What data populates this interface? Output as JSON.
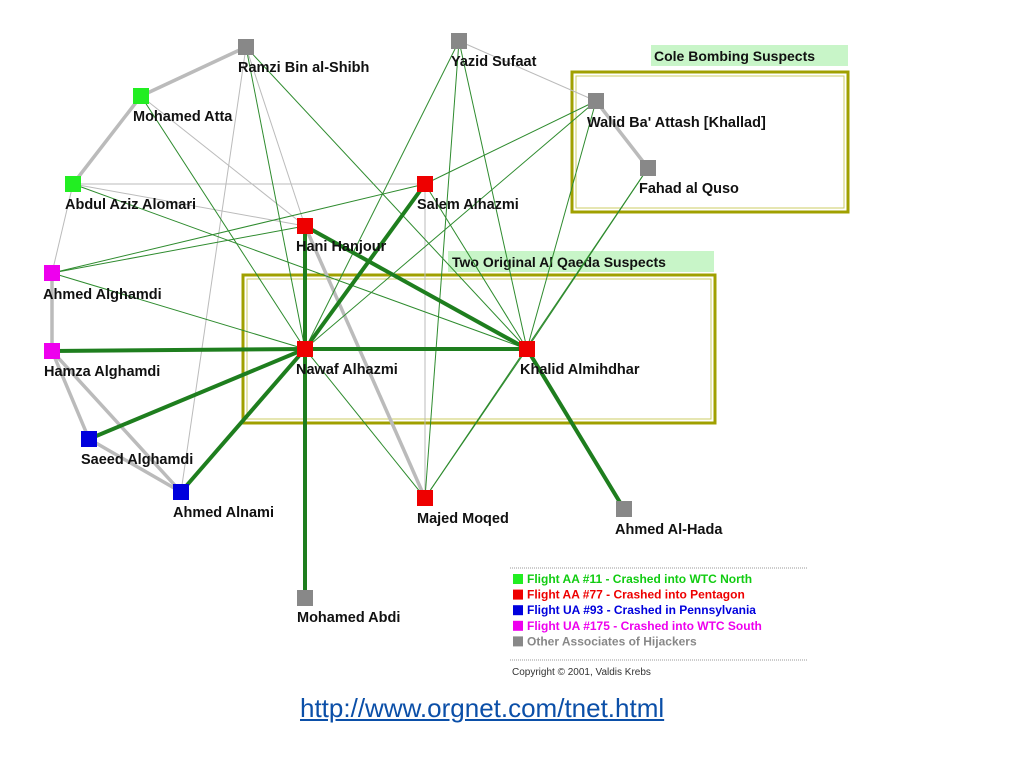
{
  "colors": {
    "flight_aa11": "#22ee22",
    "flight_aa77": "#ee0000",
    "flight_ua93": "#0000dd",
    "flight_ua175": "#ee00ee",
    "associate": "#888888",
    "strong_tie": "#1e7e1e",
    "weak_tie": "#2e8b2e",
    "grey_tie": "#bbbbbb",
    "box_border": "#a0a000",
    "box_label_bg": "#c8f5c8"
  },
  "nodes": [
    {
      "id": "ramzi",
      "label": "Ramzi Bin al-Shibh",
      "group": "associate"
    },
    {
      "id": "yazid",
      "label": "Yazid Sufaat",
      "group": "associate"
    },
    {
      "id": "walid",
      "label": "Walid Ba' Attash [Khallad]",
      "group": "associate"
    },
    {
      "id": "fahad",
      "label": "Fahad al Quso",
      "group": "associate"
    },
    {
      "id": "atta",
      "label": "Mohamed Atta",
      "group": "flight_aa11"
    },
    {
      "id": "alomari",
      "label": "Abdul Aziz Alomari",
      "group": "flight_aa11"
    },
    {
      "id": "salem",
      "label": "Salem Alhazmi",
      "group": "flight_aa77"
    },
    {
      "id": "hani",
      "label": "Hani Hanjour",
      "group": "flight_aa77"
    },
    {
      "id": "ahmed_alg",
      "label": "Ahmed Alghamdi",
      "group": "flight_ua175"
    },
    {
      "id": "hamza",
      "label": "Hamza Alghamdi",
      "group": "flight_ua175"
    },
    {
      "id": "nawaf",
      "label": "Nawaf Alhazmi",
      "group": "flight_aa77"
    },
    {
      "id": "khalid",
      "label": "Khalid Almihdhar",
      "group": "flight_aa77"
    },
    {
      "id": "saeed",
      "label": "Saeed Alghamdi",
      "group": "flight_ua93"
    },
    {
      "id": "alnami",
      "label": "Ahmed Alnami",
      "group": "flight_ua93"
    },
    {
      "id": "majed",
      "label": "Majed Moqed",
      "group": "flight_aa77"
    },
    {
      "id": "alhada",
      "label": "Ahmed Al-Hada",
      "group": "associate"
    },
    {
      "id": "abdi",
      "label": "Mohamed Abdi",
      "group": "associate"
    }
  ],
  "edges": [
    {
      "from": "nawaf",
      "to": "khalid",
      "type": "strong"
    },
    {
      "from": "nawaf",
      "to": "hani",
      "type": "strong"
    },
    {
      "from": "nawaf",
      "to": "salem",
      "type": "strong"
    },
    {
      "from": "nawaf",
      "to": "hamza",
      "type": "strong"
    },
    {
      "from": "nawaf",
      "to": "saeed",
      "type": "strong"
    },
    {
      "from": "nawaf",
      "to": "alnami",
      "type": "strong"
    },
    {
      "from": "nawaf",
      "to": "abdi",
      "type": "strong"
    },
    {
      "from": "hani",
      "to": "khalid",
      "type": "strong"
    },
    {
      "from": "khalid",
      "to": "alhada",
      "type": "strong"
    },
    {
      "from": "nawaf",
      "to": "atta",
      "type": "weak"
    },
    {
      "from": "nawaf",
      "to": "ramzi",
      "type": "weak"
    },
    {
      "from": "nawaf",
      "to": "yazid",
      "type": "weak"
    },
    {
      "from": "nawaf",
      "to": "walid",
      "type": "weak"
    },
    {
      "from": "nawaf",
      "to": "ahmed_alg",
      "type": "weak"
    },
    {
      "from": "nawaf",
      "to": "majed",
      "type": "weak"
    },
    {
      "from": "khalid",
      "to": "ramzi",
      "type": "weak"
    },
    {
      "from": "khalid",
      "to": "yazid",
      "type": "weak"
    },
    {
      "from": "khalid",
      "to": "walid",
      "type": "weak"
    },
    {
      "from": "khalid",
      "to": "fahad",
      "type": "weak"
    },
    {
      "from": "khalid",
      "to": "salem",
      "type": "weak"
    },
    {
      "from": "khalid",
      "to": "majed",
      "type": "weak"
    },
    {
      "from": "khalid",
      "to": "alomari",
      "type": "weak"
    },
    {
      "from": "salem",
      "to": "walid",
      "type": "weak"
    },
    {
      "from": "salem",
      "to": "ahmed_alg",
      "type": "weak"
    },
    {
      "from": "majed",
      "to": "fahad",
      "type": "weak"
    },
    {
      "from": "yazid",
      "to": "majed",
      "type": "weak"
    },
    {
      "from": "hani",
      "to": "ahmed_alg",
      "type": "weak"
    },
    {
      "from": "hani",
      "to": "atta",
      "type": "grey"
    },
    {
      "from": "hani",
      "to": "majed",
      "type": "grey"
    },
    {
      "from": "hani",
      "to": "alomari",
      "type": "grey"
    },
    {
      "from": "atta",
      "to": "ramzi",
      "type": "grey"
    },
    {
      "from": "atta",
      "to": "alomari",
      "type": "grey"
    },
    {
      "from": "alomari",
      "to": "salem",
      "type": "grey"
    },
    {
      "from": "alomari",
      "to": "ahmed_alg",
      "type": "grey"
    },
    {
      "from": "ahmed_alg",
      "to": "hamza",
      "type": "grey"
    },
    {
      "from": "hamza",
      "to": "saeed",
      "type": "grey"
    },
    {
      "from": "hamza",
      "to": "alnami",
      "type": "grey"
    },
    {
      "from": "saeed",
      "to": "alnami",
      "type": "grey"
    },
    {
      "from": "yazid",
      "to": "walid",
      "type": "grey"
    },
    {
      "from": "walid",
      "to": "fahad",
      "type": "grey"
    },
    {
      "from": "salem",
      "to": "majed",
      "type": "grey"
    },
    {
      "from": "ramzi",
      "to": "hani",
      "type": "grey"
    },
    {
      "from": "ramzi",
      "to": "alnami",
      "type": "grey"
    }
  ],
  "groups": [
    {
      "id": "cole",
      "label": "Cole Bombing Suspects"
    },
    {
      "id": "original",
      "label": "Two Original Al Qaeda Suspects"
    }
  ],
  "legend": {
    "items": [
      {
        "label": "Flight AA #11 - Crashed into WTC North",
        "color_key": "flight_aa11"
      },
      {
        "label": "Flight AA #77 - Crashed into Pentagon",
        "color_key": "flight_aa77"
      },
      {
        "label": "Flight UA #93 - Crashed in Pennsylvania",
        "color_key": "flight_ua93"
      },
      {
        "label": "Flight UA #175 - Crashed into WTC South",
        "color_key": "flight_ua175"
      },
      {
        "label": "Other Associates of Hijackers",
        "color_key": "associate"
      }
    ],
    "copyright": "Copyright © 2001, Valdis Krebs"
  },
  "source_url": "http://www.orgnet.com/tnet.html"
}
